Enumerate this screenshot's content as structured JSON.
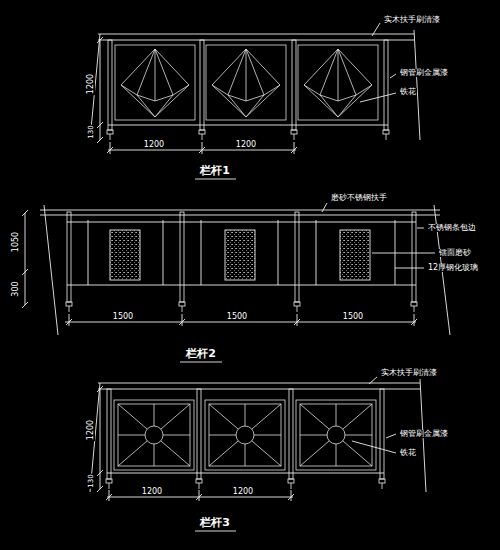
{
  "diagram": {
    "labels": [
      "实木扶手刷清漆",
      "钢管刷金属漆",
      "铁花",
      "1200",
      "130",
      "1200",
      "1200",
      "栏杆1",
      "磨砂不锈钢扶手",
      "不锈钢条包边",
      "镭面磨砂",
      "12厚钢化玻璃",
      "1050",
      "300",
      "1500",
      "1500",
      "1500",
      "栏杆2",
      "实木扶手刷清漆",
      "钢管刷金属漆",
      "铁花",
      "1200",
      "130",
      "1200",
      "1200",
      "栏杆3"
    ]
  }
}
